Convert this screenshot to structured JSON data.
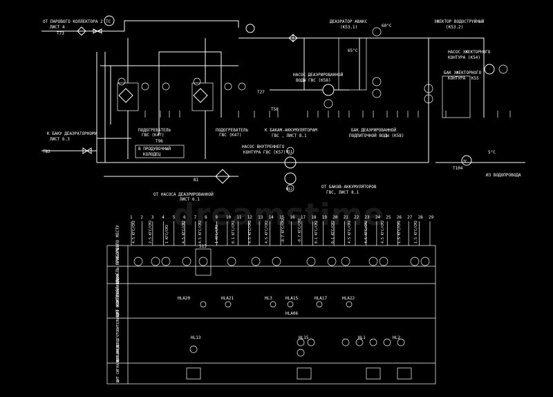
{
  "labels": {
    "from_collector": "ОТ ПАРОВОГО КОЛЛЕКТОРА 2",
    "from_collector_sheet": "ЛИСТ 4",
    "t73": "Т73",
    "tc": "TC",
    "to_deaerator_tank": "К БАКУ ДЕАЭРАТОРНОМУ",
    "to_deaerator_sheet": "ЛИСТ 6.3",
    "tb2": "ТВ2",
    "heater_left": "ПОДОГРЕВАТЕЛЬ",
    "heater_left_sub": "ГВС (К47)",
    "heater_right": "ПОДОГРЕВАТЕЛЬ",
    "heater_right_sub": "ГВС (К47)",
    "t96": "Т96",
    "to_well": "В ПРОДУВОЧНЫЙ",
    "to_well_sub": "КОЛОДЕЦ",
    "deaerator": "ДЕАЭРАТОР АВАКС",
    "deaerator_id": "(К53.1)",
    "ejector": "ЭЖЕКТОР ВОДОСТРУЙНЫЙ",
    "ejector_id": "(К53.2)",
    "pump_ejector": "НАСОС ЭЖЕКТОРНОГО",
    "pump_ejector_sub": "КОНТУРА (К54)",
    "tank_ejector": "БАК ЭЖЕКТОРНОГО",
    "tank_ejector_sub": "КОНТУРА",
    "k55": "К55",
    "pump_deaerated": "НАСОС ДЕАЭРИРОВАННОЙ",
    "pump_deaerated_sub": "ВОДЫ ГВС (К58)",
    "tank_deaerated": "БАК ДЕАЭРИРОВАННОЙ",
    "tank_deaerated_sub": "ПОДПИТОЧНОЙ ВОДЫ (К58)",
    "to_accumulator": "К БАКАМ-АККУМУЛЯТОРАМ",
    "to_accumulator_sheet": "ГВС , ЛИСТ 8.1",
    "pump_internal": "НАСОС ВНУТРЕННЕГО",
    "pump_internal_sub": "КОНТУРА ГВС (К57)",
    "from_accumulator": "ОТ БАКОВ-АККУМУЛЯТОРОВ",
    "from_accumulator_sheet": "ГВС, ЛИСТ 8.1",
    "from_pump": "ОТ НАСОСА ДЕАЭРИРОВАННОЙ",
    "from_pump_sheet": "ЛИСТ 6.1",
    "to_water": "ИЗ ВОДОПРОВОДА",
    "b1": "В1",
    "t27": "Т27",
    "m11": "М11",
    "m12": "М12",
    "tc_right": "TC",
    "t104": "Т104",
    "t58": "Т58",
    "temp_60": "60°C",
    "temp_65": "65°C",
    "temp_5": "5°C"
  },
  "column_numbers": [
    "1",
    "2",
    "3",
    "4",
    "5",
    "6",
    "7",
    "8",
    "9",
    "10",
    "11",
    "12",
    "13",
    "14",
    "15",
    "16",
    "17",
    "18",
    "19",
    "20",
    "21",
    "22",
    "23",
    "24",
    "25",
    "26",
    "27",
    "28",
    "29"
  ],
  "column_headers": [
    "4.5 КГС/СМ2",
    "2.5 КГС/СМ2",
    "1 КГС/СМ2",
    "4.5 КГС/СМ2",
    "4.5 КГС/СМ2",
    "1 КГС/СМ2",
    "0.1 КГС/СМ2",
    "4.5 КГС/СМ2",
    "4.5 КГС/СМ2",
    "-0.7 КГС/СМ2",
    "-0.7 КГС/СМ2",
    "0.1 КГС/СМ2",
    "0.1 КГС/СМ2",
    "4.5 КГС/СМ2",
    "4.5 КГС/СМ2",
    "4.5 КГС/СМ2",
    "1.5 КГС/СМ2",
    "1.5 КГС/СМ2"
  ],
  "row_headers": [
    "ПРИБОРЫ ПО МЕСТУ",
    "ПАНЕЛЬ ПРИБОРОВ",
    "ЩИТ КОНТРОЛЯ ЩК",
    "ЩИТ ВОДОПОДГОТОВИТЕЛЬНОГО ОБОРУДОВАНИЯ ЩВО",
    "ЩИТ СИГНАЛИЗАЦИИ ЩС"
  ],
  "table_tags": {
    "s13": "513",
    "hla20": "HLA20",
    "hla21": "HLA21",
    "hla15": "HLA15",
    "hla17": "HLA17",
    "hla22": "HLA22",
    "hla06": "HLA06",
    "hl13": "HL13",
    "hl15": "HL15",
    "hl1": "HL1",
    "hl2": "HL2",
    "hl3": "HL3"
  },
  "watermark": "dreamstime"
}
